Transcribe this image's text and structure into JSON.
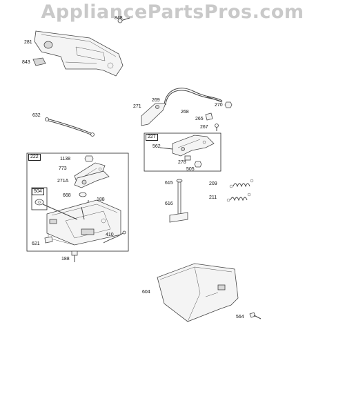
{
  "watermark": "AppliancePartsPros.com",
  "groups": {
    "g222": "222",
    "g504": "504",
    "g227": "227"
  },
  "labels": {
    "p281": "281",
    "p843": "843",
    "p848": "848",
    "p632": "632",
    "p269": "269",
    "p271": "271",
    "p268": "268",
    "p270": "270",
    "p265": "265",
    "p267": "267",
    "p562": "562",
    "p278": "278",
    "p505": "505",
    "p1138": "1138",
    "p773": "773",
    "p271A": "271A",
    "p668": "668",
    "p188a": "188",
    "p188b": "188",
    "p410": "410",
    "p621": "621",
    "p615": "615",
    "p616": "616",
    "p209": "209",
    "p211": "211",
    "p604": "604",
    "p564": "564"
  }
}
